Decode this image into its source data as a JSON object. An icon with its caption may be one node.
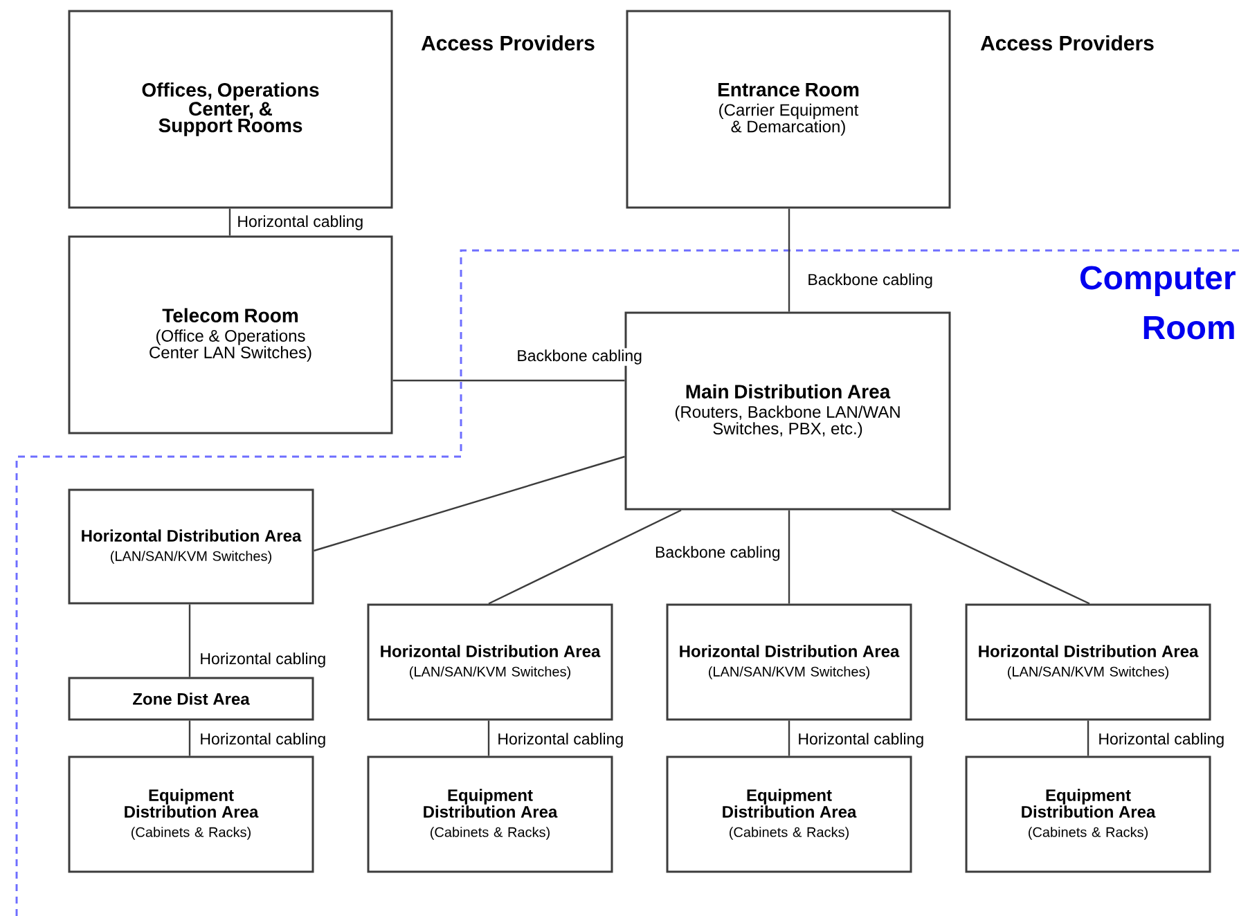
{
  "diagram": {
    "nodes": [
      {
        "text": [
          "Offices, Operations Center, & Support Rooms"
        ]
      },
      {
        "text": [
          "Entrance Room",
          "(Carrier Equipment & Demarcation)"
        ]
      },
      {
        "text": [
          "Telecom Room",
          "(Office & Operations Center LAN Switches)"
        ]
      },
      {
        "text": [
          "Main Distribution Area",
          "(Routers, Backbone LAN/WAN Switches, PBX, etc.)"
        ]
      },
      {
        "text": [
          "Horizontal Distribution Area",
          "(LAN/SAN/KVM Switches)"
        ]
      },
      {
        "text": [
          "Horizontal Distribution Area",
          "(LAN/SAN/KVM Switches)"
        ]
      },
      {
        "text": [
          "Horizontal Distribution Area",
          "(LAN/SAN/KVM Switches)"
        ]
      },
      {
        "text": [
          "Horizontal Distribution Area",
          "(LAN/SAN/KVM Switches)"
        ]
      },
      {
        "text": [
          "Zone Dist Area"
        ]
      },
      {
        "text": [
          "Equipment Distribution Area",
          "(Cabinets & Racks)"
        ]
      },
      {
        "text": [
          "Equipment Distribution Area",
          "(Cabinets & Racks)"
        ]
      },
      {
        "text": [
          "Equipment Distribution Area",
          "(Cabinets & Racks)"
        ]
      },
      {
        "text": [
          "Equipment Distribution Area",
          "(Cabinets & Racks)"
        ]
      }
    ],
    "edges": [
      {
        "from": 0,
        "to": 2,
        "arrow": "none",
        "label": "Horizontal cabling"
      },
      {
        "from": 1,
        "to": 3,
        "arrow": "none",
        "label": "Backbone cabling"
      },
      {
        "from": 2,
        "to": 3,
        "arrow": "none",
        "label": "Backbone cabling"
      },
      {
        "from": 3,
        "to": 4,
        "arrow": "none"
      },
      {
        "from": 3,
        "to": 5,
        "arrow": "none"
      },
      {
        "from": 3,
        "to": 6,
        "arrow": "none",
        "label": "Backbone cabling"
      },
      {
        "from": 3,
        "to": 7,
        "arrow": "none"
      },
      {
        "from": 4,
        "to": 8,
        "arrow": "none",
        "label": "Horizontal cabling"
      },
      {
        "from": 8,
        "to": 9,
        "arrow": "none",
        "label": "Horizontal cabling"
      },
      {
        "from": 5,
        "to": 10,
        "arrow": "none",
        "label": "Horizontal cabling"
      },
      {
        "from": 6,
        "to": 11,
        "arrow": "none",
        "label": "Horizontal cabling"
      },
      {
        "from": 7,
        "to": 12,
        "arrow": "none",
        "label": "Horizontal cabling"
      }
    ],
    "labels": [
      "Access Providers",
      "Access Providers",
      "Computer Room"
    ]
  }
}
